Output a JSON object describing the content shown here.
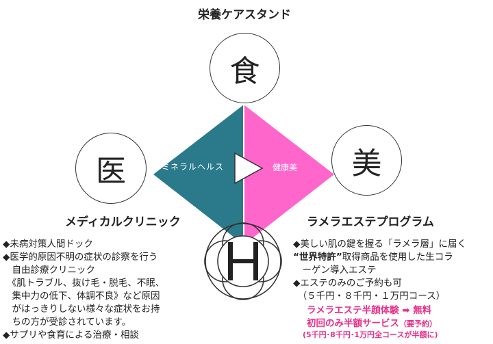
{
  "top": {
    "title": "栄養ケアスタンド",
    "kanji": "食"
  },
  "left": {
    "title": "メディカルクリニック",
    "kanji": "医"
  },
  "right": {
    "title": "ラメラエステプログラム",
    "kanji": "美"
  },
  "center": {
    "left_label": "ミネラルヘルス",
    "right_label": "健康美",
    "left_color": "#2b7a8c",
    "right_color": "#ff66cc"
  },
  "left_list": {
    "lines": [
      "◆未病対策人間ドック",
      "◆医学的原因不明の症状の診察を行う",
      "　自由診療クリニック",
      "　《肌トラブル、抜け毛・脱毛、不眠、",
      "　集中力の低下、体調不良》など原因",
      "　がはっきりしない様々な症状をお持",
      "　ちの方が受診されています。",
      "◆サプリや食育による治療・相談"
    ]
  },
  "right_list": {
    "line1": "◆美しい肌の鍵を握る「ラメラ層」に届く",
    "line2_bold": "“世界特許”",
    "line2_rest": "取得商品を使用した生コラ",
    "line3": "　ーゲン導入エステ",
    "line4": "◆エステのみのご予約も可",
    "line5": "　（５千円・８千円・１万円コース）",
    "promo1": "ラメラエステ半顔体験 ➡ 無料",
    "promo2_main": "初回のみ半額サービス",
    "promo2_note": "（要予約）",
    "promo3": "(5千円･8千円･1万円全コースが半額に)"
  }
}
